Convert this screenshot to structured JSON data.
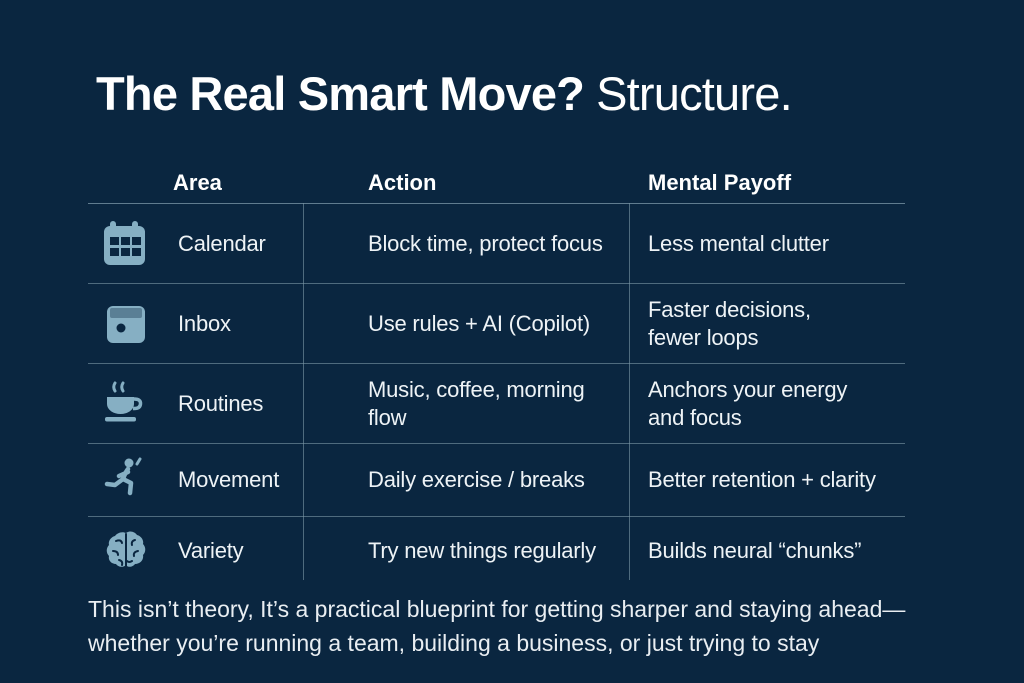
{
  "title": {
    "bold": "The Real Smart Move?",
    "light": "Structure."
  },
  "table": {
    "headers": [
      "Area",
      "Action",
      "Mental Payoff"
    ],
    "rows": [
      {
        "icon": "calendar-icon",
        "area": "Calendar",
        "action": "Block time, protect focus",
        "payoff": "Less mental clutter"
      },
      {
        "icon": "inbox-icon",
        "area": "Inbox",
        "action": "Use rules + AI (Copilot)",
        "payoff": "Faster decisions, fewer loops"
      },
      {
        "icon": "coffee-cup-icon",
        "area": "Routines",
        "action": "Music, coffee, morning flow",
        "payoff": "Anchors your energy and focus"
      },
      {
        "icon": "runner-icon",
        "area": "Movement",
        "action": "Daily exercise / breaks",
        "payoff": "Better retention + clarity"
      },
      {
        "icon": "brain-icon",
        "area": "Variety",
        "action": "Try new things regularly",
        "payoff": "Builds neural “chunks”"
      }
    ]
  },
  "footer": {
    "line1": "This isn’t theory, It’s a practical blueprint for getting sharper and staying ahead—",
    "line2": "whether you’re running a team, building a business, or just trying to stay"
  },
  "colors": {
    "background": "#0a2640",
    "icon_accent": "#86afc3",
    "divider": "#7d9aa9",
    "body_text": "#eef3f6",
    "title_text": "#ffffff"
  }
}
